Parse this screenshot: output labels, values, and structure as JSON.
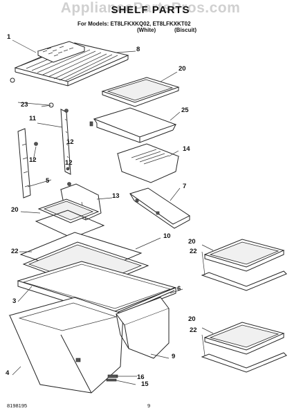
{
  "watermark": "AppliancePartsPros.com",
  "title": "SHELF PARTS",
  "models_line": "For Models: ET8LFKXKQ02, ET8LFKXKT02",
  "model_variants": [
    "(White)",
    "(Biscuit)"
  ],
  "callouts": [
    "1",
    "8",
    "20",
    "23",
    "25",
    "11",
    "12",
    "14",
    "12",
    "12",
    "5",
    "13",
    "7",
    "20",
    "10",
    "22",
    "20",
    "22",
    "6",
    "3",
    "20",
    "22",
    "9",
    "4",
    "16",
    "15"
  ],
  "footer": {
    "left": "8198195",
    "page": "9"
  }
}
